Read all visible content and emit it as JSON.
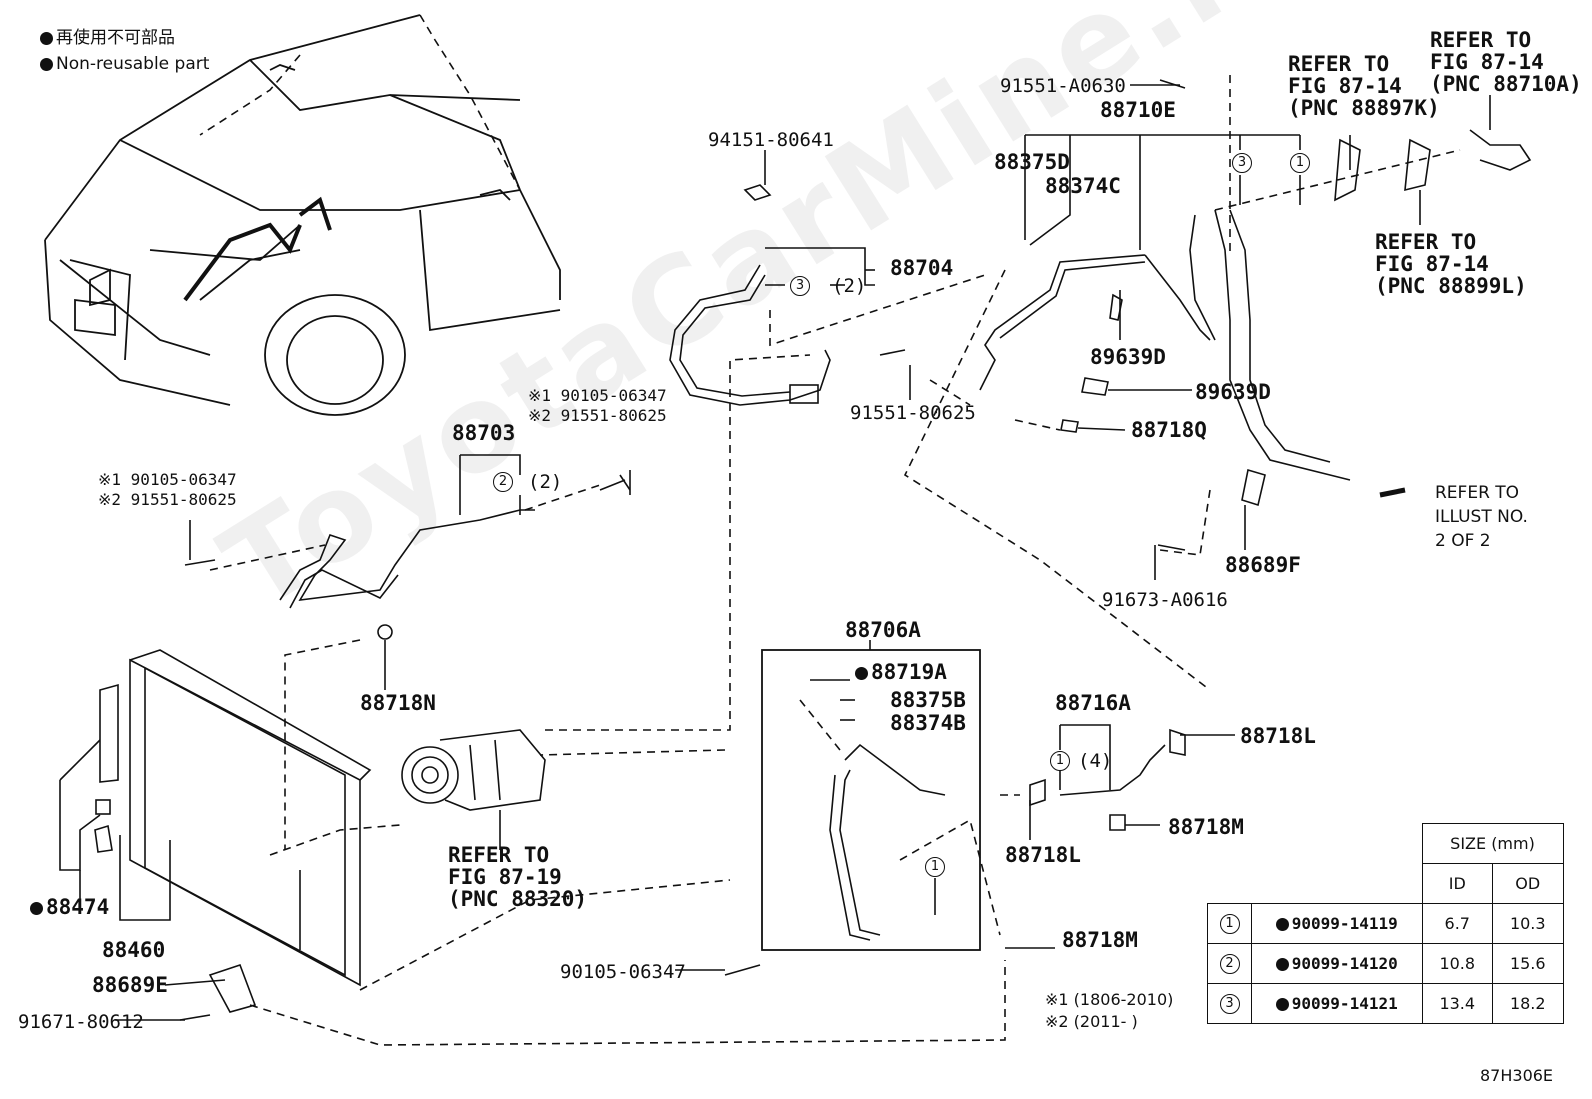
{
  "legend": {
    "line_jp": "再使用不可部品",
    "line_en": "Non-reusable part"
  },
  "watermark": "ToyotaCarMine.ru",
  "figure_code": "87H306E",
  "notes": {
    "note1": "※1 (1806-2010)",
    "note2": "※2 (2011-      )"
  },
  "labels": {
    "l_91551_A0630": "91551-A0630",
    "l_88710E": "88710E",
    "l_88375D": "88375D",
    "l_88374C": "88374C",
    "l_94151_80641": "94151-80641",
    "l_88704": "88704",
    "l_qty2_a": "(2)",
    "l_89639D_a": "89639D",
    "l_89639D_b": "89639D",
    "l_88718Q": "88718Q",
    "l_91551_80625_a": "91551-80625",
    "l_refer_8714_a_1": "REFER TO",
    "l_refer_8714_a_2": "FIG 87-14",
    "l_refer_8714_a_3": "(PNC 88897K)",
    "l_refer_8714_b_1": "REFER TO",
    "l_refer_8714_b_2": "FIG 87-14",
    "l_refer_8714_b_3": "(PNC 88710A)",
    "l_refer_8714_c_1": "REFER TO",
    "l_refer_8714_c_2": "FIG 87-14",
    "l_refer_8714_c_3": "(PNC 88899L)",
    "l_refer_illust_1": "REFER TO",
    "l_refer_illust_2": "ILLUST NO.",
    "l_refer_illust_3": "2 OF 2",
    "l_88689F": "88689F",
    "l_91673_A0616": "91673-A0616",
    "l_88703": "88703",
    "l_qty2_b": "(2)",
    "l_star1_90105_a": "※1 90105-06347",
    "l_star2_91551_a": "※2 91551-80625",
    "l_star1_90105_b": "※1 90105-06347",
    "l_star2_91551_b": "※2 91551-80625",
    "l_88718N": "88718N",
    "l_refer_8719_1": "REFER TO",
    "l_refer_8719_2": "FIG 87-19",
    "l_refer_8719_3": "(PNC 88320)",
    "l_88474": "88474",
    "l_88460": "88460",
    "l_88689E": "88689E",
    "l_91671_80612": "91671-80612",
    "l_88706A": "88706A",
    "l_88719A": "88719A",
    "l_88375B": "88375B",
    "l_88374B": "88374B",
    "l_88716A": "88716A",
    "l_qty4": "(4)",
    "l_88718L_a": "88718L",
    "l_88718L_b": "88718L",
    "l_88718M_a": "88718M",
    "l_88718M_b": "88718M",
    "l_90105_06347": "90105-06347"
  },
  "circle_numbers": {
    "c1": "1",
    "c2": "2",
    "c3": "3"
  },
  "size_table": {
    "title": "SIZE (mm)",
    "col_id": "ID",
    "col_od": "OD",
    "rows": [
      {
        "ref": "1",
        "part": "90099-14119",
        "id": "6.7",
        "od": "10.3"
      },
      {
        "ref": "2",
        "part": "90099-14120",
        "id": "10.8",
        "od": "15.6"
      },
      {
        "ref": "3",
        "part": "90099-14121",
        "id": "13.4",
        "od": "18.2"
      }
    ]
  }
}
